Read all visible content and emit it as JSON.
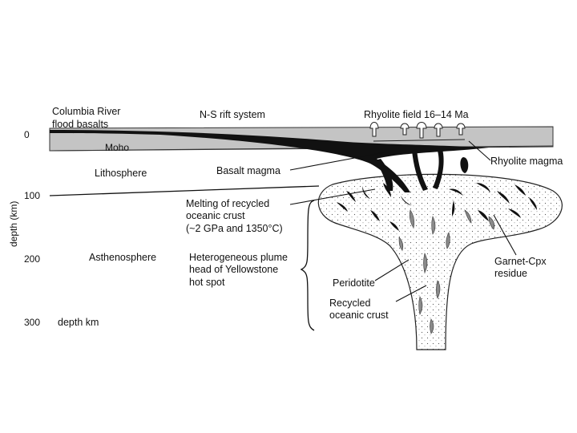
{
  "labels": {
    "columbia_line1": "Columbia River",
    "columbia_line2": "flood basalts",
    "rift": "N-S rift system",
    "rhyolite_field": "Rhyolite field 16–14 Ma",
    "moho": "Moho",
    "lithosphere": "Lithosphere",
    "basalt_magma": "Basalt magma",
    "rhyolite_magma": "Rhyolite magma",
    "melting_line1": "Melting of recycled",
    "melting_line2": "oceanic crust",
    "melting_line3": "(~2 GPa and 1350°C)",
    "asthenosphere": "Asthenosphere",
    "plume_line1": "Heterogeneous plume",
    "plume_line2": "head of Yellowstone",
    "plume_line3": "hot spot",
    "peridotite": "Peridotite",
    "recycled_line1": "Recycled",
    "recycled_line2": "oceanic crust",
    "garnet_line1": "Garnet-Cpx",
    "garnet_line2": "residue",
    "depth_km": "depth km"
  },
  "axis": {
    "title": "depth (km)",
    "ticks": [
      "0",
      "100",
      "200",
      "300"
    ]
  },
  "colors": {
    "crust": "#c4c4c4",
    "magma": "#111111",
    "plume_fill": "#f2f2f2",
    "recycled_fill": "#8a8a8a"
  }
}
